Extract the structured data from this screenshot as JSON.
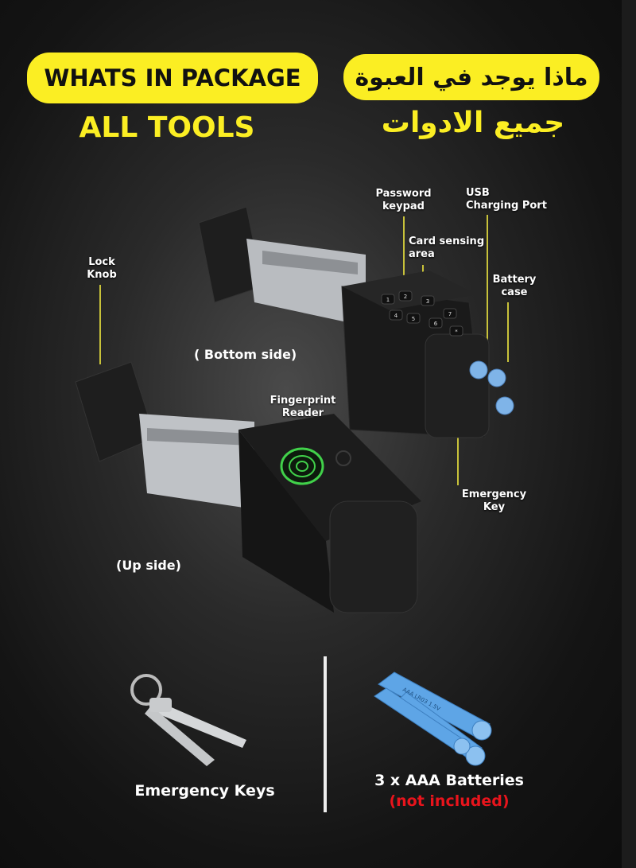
{
  "header": {
    "title_en": "WHATS IN PACKAGE",
    "subtitle_en": "ALL TOOLS",
    "title_ar": "ماذا يوجد في العبوة",
    "subtitle_ar": "جميع الادوات"
  },
  "labels": {
    "password_keypad": [
      "Password",
      "keypad"
    ],
    "usb_port": [
      "USB",
      "Charging Port"
    ],
    "card_area": [
      "Card sensing",
      "area"
    ],
    "battery_case": [
      "Battery",
      "case"
    ],
    "lock_knob": [
      "Lock",
      "Knob"
    ],
    "fingerprint": [
      "Fingerprint",
      "Reader"
    ],
    "emergency_key": [
      "Emergency",
      "Key"
    ],
    "bottom_side": "( Bottom side)",
    "up_side": "(Up side)"
  },
  "keypad_keys": [
    "1",
    "2",
    "3",
    "4",
    "5",
    "6",
    "7",
    "*"
  ],
  "battery_print": "AAA LR03 1.5V",
  "contents": {
    "keys_label": "Emergency Keys",
    "batteries_label": "3 x AAA Batteries",
    "batteries_note": "(not included)"
  },
  "colors": {
    "accent": "#fbee23",
    "warning": "#e8141c",
    "leader_line": "#c8c23a"
  }
}
